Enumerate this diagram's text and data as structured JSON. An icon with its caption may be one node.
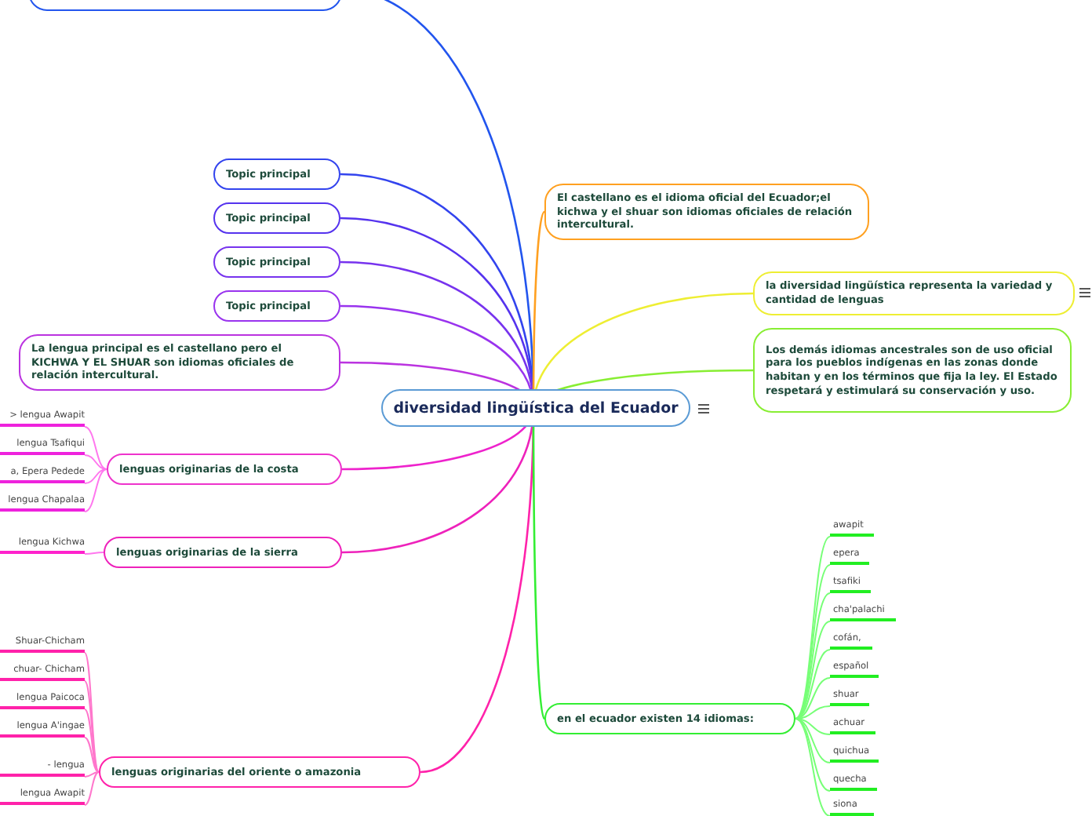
{
  "diagram": {
    "nodes": [
      {
        "text": [
          "diversidad lingüística del Ecuador"
        ]
      },
      {
        "text": [],
        "shape": "box"
      },
      {
        "text": [
          "Topic principal"
        ]
      },
      {
        "text": [
          "Topic principal"
        ]
      },
      {
        "text": [
          "Topic principal"
        ]
      },
      {
        "text": [
          "Topic principal"
        ]
      },
      {
        "text": [
          "La lengua principal es el castellano pero el KICHWA Y EL SHUAR son idiomas oficiales de relación intercultural."
        ]
      },
      {
        "text": [
          "lenguas originarias de la costa"
        ]
      },
      {
        "text": [
          "> lengua Awapit"
        ]
      },
      {
        "text": [
          "lengua Tsafiqui"
        ]
      },
      {
        "text": [
          "a, Epera Pedede"
        ]
      },
      {
        "text": [
          "lengua Chapalaa"
        ]
      },
      {
        "text": [
          "lenguas originarias de la sierra"
        ]
      },
      {
        "text": [
          "lengua  Kichwa"
        ]
      },
      {
        "text": [
          "lenguas originarias del oriente o amazonia"
        ]
      },
      {
        "text": [
          "Shuar-Chicham"
        ]
      },
      {
        "text": [
          "chuar- Chicham"
        ]
      },
      {
        "text": [
          "lengua Paicoca"
        ]
      },
      {
        "text": [
          "lengua A'ingae"
        ]
      },
      {
        "text": [
          "- lengua"
        ]
      },
      {
        "text": [
          "lengua Awapit"
        ]
      },
      {
        "text": [
          "El castellano es el idioma oficial del Ecuador;el kichwa y el shuar son idiomas oficiales de relación intercultural."
        ]
      },
      {
        "text": [
          "la diversidad lingüística representa la variedad y cantidad de lenguas"
        ]
      },
      {
        "text": [
          "Los demás idiomas ancestrales son de uso oficial para los pueblos indígenas en las zonas donde habitan y en los términos que fija la ley. El Estado respetará y estimulará su conservación y uso."
        ]
      },
      {
        "text": [
          "en el ecuador existen 14 idiomas:"
        ]
      },
      {
        "text": [
          "awapit"
        ]
      },
      {
        "text": [
          "epera"
        ]
      },
      {
        "text": [
          "tsafiki"
        ]
      },
      {
        "text": [
          "cha'palachi"
        ]
      },
      {
        "text": [
          "cofán,"
        ]
      },
      {
        "text": [
          "español"
        ]
      },
      {
        "text": [
          "shuar"
        ]
      },
      {
        "text": [
          "achuar"
        ]
      },
      {
        "text": [
          "quichua"
        ]
      },
      {
        "text": [
          "quecha"
        ]
      },
      {
        "text": [
          "siona"
        ]
      }
    ],
    "edges": [
      {
        "from": 0,
        "to": 1,
        "arrow": "none",
        "color": "#2255ee"
      },
      {
        "from": 0,
        "to": 2,
        "arrow": "none",
        "color": "#3344ee"
      },
      {
        "from": 0,
        "to": 3,
        "arrow": "none",
        "color": "#5533ee"
      },
      {
        "from": 0,
        "to": 4,
        "arrow": "none",
        "color": "#7733ee"
      },
      {
        "from": 0,
        "to": 5,
        "arrow": "none",
        "color": "#9933ee"
      },
      {
        "from": 0,
        "to": 6,
        "arrow": "none",
        "color": "#bb33e0"
      },
      {
        "from": 0,
        "to": 7,
        "arrow": "none",
        "color": "#ee22cc"
      },
      {
        "from": 7,
        "to": 8,
        "arrow": "none",
        "color": "#ff77ee"
      },
      {
        "from": 7,
        "to": 9,
        "arrow": "none",
        "color": "#ff77ee"
      },
      {
        "from": 7,
        "to": 10,
        "arrow": "none",
        "color": "#ff77ee"
      },
      {
        "from": 7,
        "to": 11,
        "arrow": "none",
        "color": "#ff77ee"
      },
      {
        "from": 0,
        "to": 12,
        "arrow": "none",
        "color": "#ee22bb"
      },
      {
        "from": 12,
        "to": 13,
        "arrow": "none",
        "color": "#ff77ee"
      },
      {
        "from": 0,
        "to": 14,
        "arrow": "none",
        "color": "#ff22aa"
      },
      {
        "from": 14,
        "to": 15,
        "arrow": "none",
        "color": "#ff77cc"
      },
      {
        "from": 14,
        "to": 16,
        "arrow": "none",
        "color": "#ff77cc"
      },
      {
        "from": 14,
        "to": 17,
        "arrow": "none",
        "color": "#ff77cc"
      },
      {
        "from": 14,
        "to": 18,
        "arrow": "none",
        "color": "#ff77cc"
      },
      {
        "from": 14,
        "to": 19,
        "arrow": "none",
        "color": "#ff77cc"
      },
      {
        "from": 14,
        "to": 20,
        "arrow": "none",
        "color": "#ff77cc"
      },
      {
        "from": 0,
        "to": 21,
        "arrow": "none",
        "color": "#ffa020"
      },
      {
        "from": 0,
        "to": 22,
        "arrow": "none",
        "color": "#eeee33"
      },
      {
        "from": 0,
        "to": 23,
        "arrow": "none",
        "color": "#88ee33"
      },
      {
        "from": 0,
        "to": 24,
        "arrow": "none",
        "color": "#33ee33"
      },
      {
        "from": 24,
        "to": 25,
        "arrow": "none",
        "color": "#77ff77"
      },
      {
        "from": 24,
        "to": 26,
        "arrow": "none",
        "color": "#77ff77"
      },
      {
        "from": 24,
        "to": 27,
        "arrow": "none",
        "color": "#77ff77"
      },
      {
        "from": 24,
        "to": 28,
        "arrow": "none",
        "color": "#77ff77"
      },
      {
        "from": 24,
        "to": 29,
        "arrow": "none",
        "color": "#77ff77"
      },
      {
        "from": 24,
        "to": 30,
        "arrow": "none",
        "color": "#77ff77"
      },
      {
        "from": 24,
        "to": 31,
        "arrow": "none",
        "color": "#77ff77"
      },
      {
        "from": 24,
        "to": 32,
        "arrow": "none",
        "color": "#77ff77"
      },
      {
        "from": 24,
        "to": 33,
        "arrow": "none",
        "color": "#77ff77"
      },
      {
        "from": 24,
        "to": 34,
        "arrow": "none",
        "color": "#77ff77"
      },
      {
        "from": 24,
        "to": 35,
        "arrow": "none",
        "color": "#77ff77"
      }
    ]
  }
}
